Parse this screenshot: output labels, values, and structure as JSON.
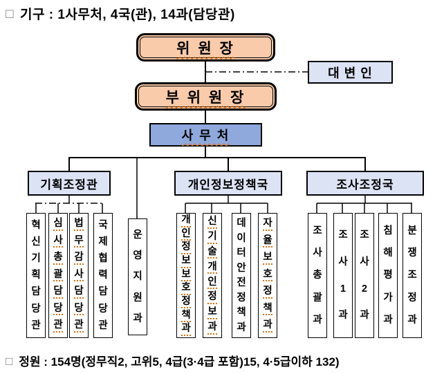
{
  "page": {
    "header": {
      "bullet": "□",
      "text": "기구 : 1사무처, 4국(관), 14과(담당관)"
    },
    "footer": {
      "bullet": "□",
      "text": "정원 : 154명(정무직2, 고위5, 4급(3·4급 포함)15, 4·5급이하 132)"
    }
  },
  "org": {
    "chairman": {
      "label": "위 원 장"
    },
    "spokesperson": {
      "label": "대 변 인"
    },
    "vice_chairman": {
      "label": "부 위 원 장"
    },
    "secretariat": {
      "label": "사 무 처"
    },
    "support_office": {
      "label": "운영지원과",
      "underlined": false
    },
    "divisions": [
      {
        "name": "기획조정관",
        "children": [
          {
            "label": "혁신기획담당관",
            "underlined": false
          },
          {
            "label": "심사총괄담당관",
            "underlined": true
          },
          {
            "label": "법무감사담당관",
            "underlined": true
          },
          {
            "label": "국제협력담당관",
            "underlined": false
          }
        ]
      },
      {
        "name": "개인정보정책국",
        "children": [
          {
            "label": "개인정보보호정책과",
            "underlined": true
          },
          {
            "label": "신기술개인정보과",
            "underlined": true
          },
          {
            "label": "데이터안전정책과",
            "underlined": false
          },
          {
            "label": "자율보호정책과",
            "underlined": true
          }
        ]
      },
      {
        "name": "조사조정국",
        "children": [
          {
            "label": "조사총괄과",
            "underlined": false
          },
          {
            "label": "조사1과",
            "underlined": false
          },
          {
            "label": "조사2과",
            "underlined": false
          },
          {
            "label": "침해평가과",
            "underlined": false
          },
          {
            "label": "분쟁조정과",
            "underlined": false
          }
        ]
      }
    ]
  },
  "colors": {
    "capsule_fill": "#F9CBAA",
    "secretariat_fill": "#8FA9DC",
    "light_fill": "#DCE3F5",
    "squiggle": "#E36C09",
    "line": "#000000"
  }
}
